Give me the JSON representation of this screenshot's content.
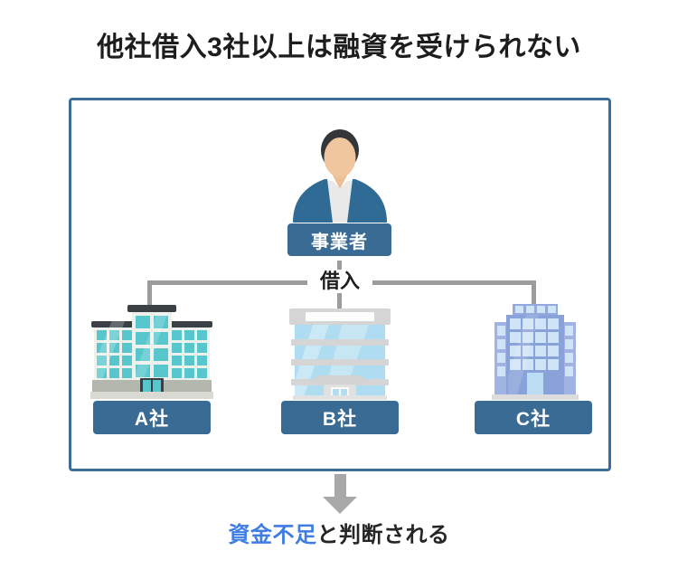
{
  "title": "他社借入3社以上は融資を受けられない",
  "colors": {
    "frame_border": "#3a6d9b",
    "label_bg": "#3a6b94",
    "label_text": "#ffffff",
    "connector_line": "#9c9c9c",
    "arrow": "#a8a8a8",
    "highlight": "#3f7de4",
    "text": "#1d1d1d"
  },
  "diagram": {
    "person": {
      "label": "事業者",
      "icon": "businessman-avatar"
    },
    "connector_label": "借入",
    "companies": [
      {
        "label": "A社",
        "icon": "office-building-teal"
      },
      {
        "label": "B社",
        "icon": "office-building-lightblue"
      },
      {
        "label": "C社",
        "icon": "office-tower-blue"
      }
    ]
  },
  "result": {
    "icon": "down-arrow",
    "highlight": "資金不足",
    "text": "と判断される"
  }
}
